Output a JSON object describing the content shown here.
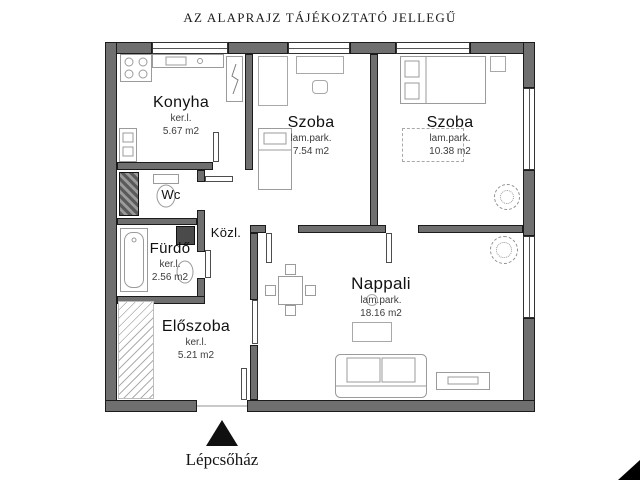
{
  "title": "AZ ALAPRAJZ TÁJÉKOZTATÓ JELLEGŰ",
  "rooms": {
    "konyha": {
      "name": "Konyha",
      "floor": "ker.l.",
      "area": "5.67 m2"
    },
    "szoba1": {
      "name": "Szoba",
      "floor": "lam.park.",
      "area": "7.54 m2"
    },
    "szoba2": {
      "name": "Szoba",
      "floor": "lam.park.",
      "area": "10.38 m2"
    },
    "wc": {
      "name": "Wc"
    },
    "kozl": {
      "name": "Közl."
    },
    "furdo": {
      "name": "Fürdő",
      "floor": "ker.l.",
      "area": "2.56 m2"
    },
    "eloszoba": {
      "name": "Előszoba",
      "floor": "ker.l.",
      "area": "5.21 m2"
    },
    "nappali": {
      "name": "Nappali",
      "floor": "lam.park.",
      "area": "18.16 m2"
    }
  },
  "entrance": {
    "label": "Lépcsőház"
  },
  "colors": {
    "wall_fill": "#6f6f6f",
    "entrance_arrow": "#101010"
  }
}
